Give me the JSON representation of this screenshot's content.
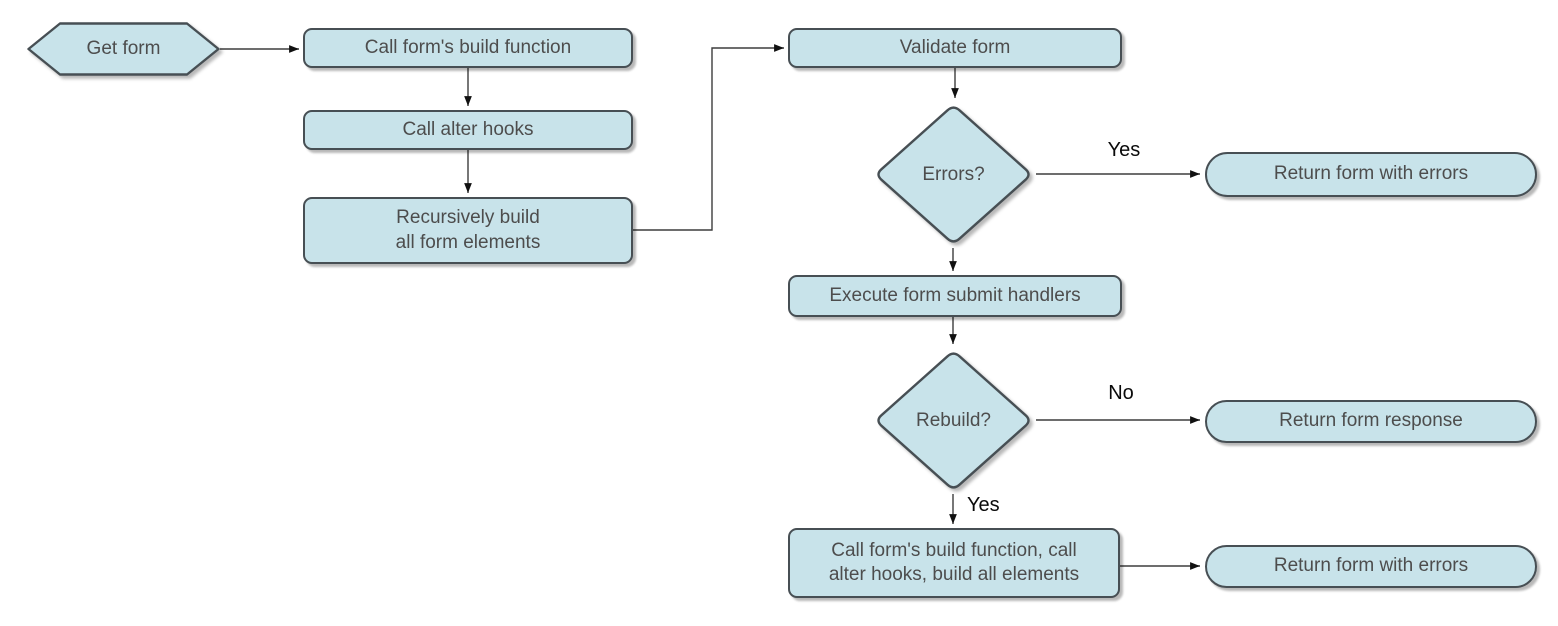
{
  "flowchart": {
    "nodes": [
      {
        "id": "get-form",
        "shape": "hexagon",
        "label": "Get form"
      },
      {
        "id": "call-build-function",
        "shape": "rectangle",
        "label": "Call form's build function"
      },
      {
        "id": "call-alter-hooks",
        "shape": "rectangle",
        "label": "Call alter hooks"
      },
      {
        "id": "recursively-build",
        "shape": "rectangle",
        "label": "Recursively build\nall form elements"
      },
      {
        "id": "validate-form",
        "shape": "rectangle",
        "label": "Validate form"
      },
      {
        "id": "errors-decision",
        "shape": "diamond",
        "label": "Errors?"
      },
      {
        "id": "return-form-with-errors-top",
        "shape": "pill",
        "label": "Return form with errors"
      },
      {
        "id": "execute-submit-handlers",
        "shape": "rectangle",
        "label": "Execute form submit handlers"
      },
      {
        "id": "rebuild-decision",
        "shape": "diamond",
        "label": "Rebuild?"
      },
      {
        "id": "return-form-response",
        "shape": "pill",
        "label": "Return form response"
      },
      {
        "id": "rebuild-all-elements",
        "shape": "rectangle",
        "label": "Call form's build function, call\nalter hooks, build all elements"
      },
      {
        "id": "return-form-with-errors-bottom",
        "shape": "pill",
        "label": "Return form with errors"
      }
    ],
    "edges": [
      {
        "from": "get-form",
        "to": "call-build-function",
        "label": ""
      },
      {
        "from": "call-build-function",
        "to": "call-alter-hooks",
        "label": ""
      },
      {
        "from": "call-alter-hooks",
        "to": "recursively-build",
        "label": ""
      },
      {
        "from": "recursively-build",
        "to": "validate-form",
        "label": ""
      },
      {
        "from": "validate-form",
        "to": "errors-decision",
        "label": ""
      },
      {
        "from": "errors-decision",
        "to": "return-form-with-errors-top",
        "label": "Yes"
      },
      {
        "from": "errors-decision",
        "to": "execute-submit-handlers",
        "label": ""
      },
      {
        "from": "execute-submit-handlers",
        "to": "rebuild-decision",
        "label": ""
      },
      {
        "from": "rebuild-decision",
        "to": "return-form-response",
        "label": "No"
      },
      {
        "from": "rebuild-decision",
        "to": "rebuild-all-elements",
        "label": "Yes"
      },
      {
        "from": "rebuild-all-elements",
        "to": "return-form-with-errors-bottom",
        "label": ""
      }
    ],
    "colors": {
      "shape_fill": "#c8e3ea",
      "shape_border": "#474f54",
      "shape_text": "#4d4d4d",
      "connector": "#3d3d3d",
      "edge_label_text": "#0a0a0a",
      "background": "#ffffff"
    }
  }
}
